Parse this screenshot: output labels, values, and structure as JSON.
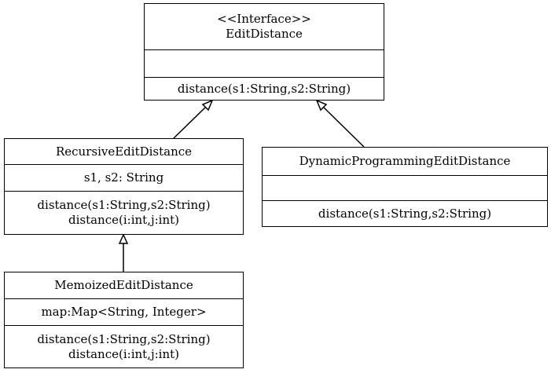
{
  "diagram": {
    "classes": {
      "edit_distance": {
        "stereotype": "<<Interface>>",
        "name": "EditDistance",
        "attributes": [],
        "methods": [
          "distance(s1:String,s2:String)"
        ]
      },
      "recursive_edit_distance": {
        "name": "RecursiveEditDistance",
        "attributes": [
          "s1, s2: String"
        ],
        "methods": [
          "distance(s1:String,s2:String)",
          "distance(i:int,j:int)"
        ]
      },
      "dynamic_programming_edit_distance": {
        "name": "DynamicProgrammingEditDistance",
        "attributes": [],
        "methods": [
          "distance(s1:String,s2:String)"
        ]
      },
      "memoized_edit_distance": {
        "name": "MemoizedEditDistance",
        "attributes": [
          "map:Map<String, Integer>"
        ],
        "methods": [
          "distance(s1:String,s2:String)",
          "distance(i:int,j:int)"
        ]
      }
    },
    "relations": [
      {
        "from": "RecursiveEditDistance",
        "to": "EditDistance",
        "type": "generalization"
      },
      {
        "from": "DynamicProgrammingEditDistance",
        "to": "EditDistance",
        "type": "generalization"
      },
      {
        "from": "MemoizedEditDistance",
        "to": "RecursiveEditDistance",
        "type": "generalization"
      }
    ]
  }
}
